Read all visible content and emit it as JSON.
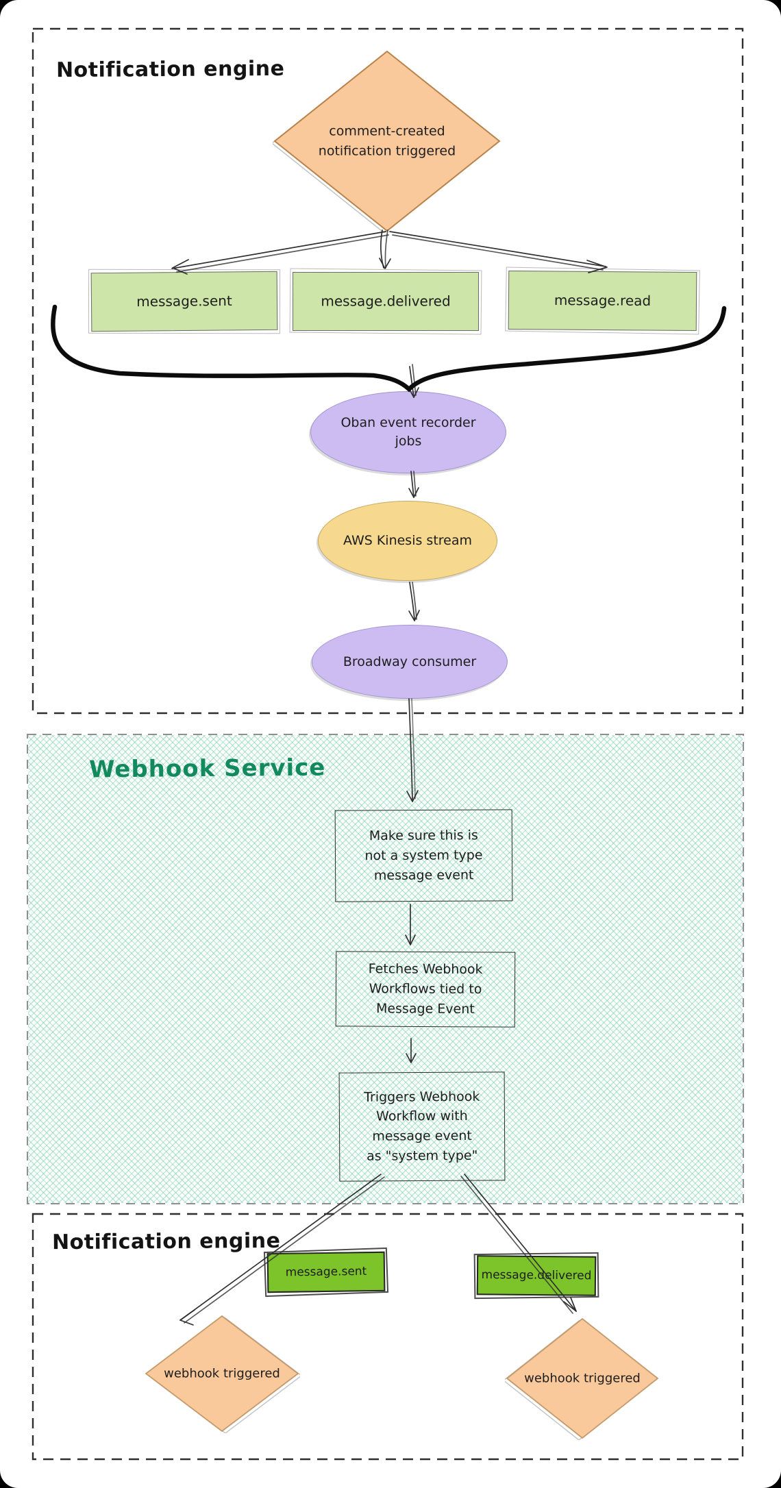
{
  "sections": {
    "notification_top": {
      "title": "Notification engine"
    },
    "webhook": {
      "title": "Webhook Service"
    },
    "notification_bottom": {
      "title": "Notification engine"
    }
  },
  "nodes": {
    "trigger": {
      "label": "comment-created\nnotification triggered",
      "shape": "diamond",
      "fill": "#f9c99c"
    },
    "event_sent": {
      "label": "message.sent",
      "fill": "#cde5a8"
    },
    "event_delivered": {
      "label": "message.delivered",
      "fill": "#cde5a8"
    },
    "event_read": {
      "label": "message.read",
      "fill": "#cde5a8"
    },
    "oban": {
      "label": "Oban event recorder\njobs",
      "shape": "ellipse",
      "fill": "#ccbcf2"
    },
    "kinesis": {
      "label": "AWS Kinesis stream",
      "shape": "ellipse",
      "fill": "#f6d98e"
    },
    "broadway": {
      "label": "Broadway consumer",
      "shape": "ellipse",
      "fill": "#ccbcf2"
    },
    "check_system": {
      "label": "Make sure this is\nnot a system type\nmessage event"
    },
    "fetch_workflows": {
      "label": "Fetches Webhook\nWorkflows tied to\nMessage Event"
    },
    "trigger_workflow": {
      "label": "Triggers Webhook\nWorkflow with\nmessage event\nas \"system type\""
    },
    "out_sent": {
      "label": "message.sent",
      "fill": "#7cc42a"
    },
    "out_delivered": {
      "label": "message.delivered",
      "fill": "#7cc42a"
    },
    "webhook_left": {
      "label": "webhook triggered",
      "shape": "diamond",
      "fill": "#f9c99c"
    },
    "webhook_right": {
      "label": "webhook triggered",
      "shape": "diamond",
      "fill": "#f9c99c"
    }
  },
  "colors": {
    "webhook_title": "#128a5e",
    "hatch": "#76ceac",
    "orange_fill": "#f9c99c",
    "orange_stroke": "#b9824a",
    "light_green": "#cde5a8",
    "bright_green": "#7cc42a",
    "purple": "#ccbcf2",
    "yellow": "#f6d98e",
    "line": "#2f2f2f"
  }
}
